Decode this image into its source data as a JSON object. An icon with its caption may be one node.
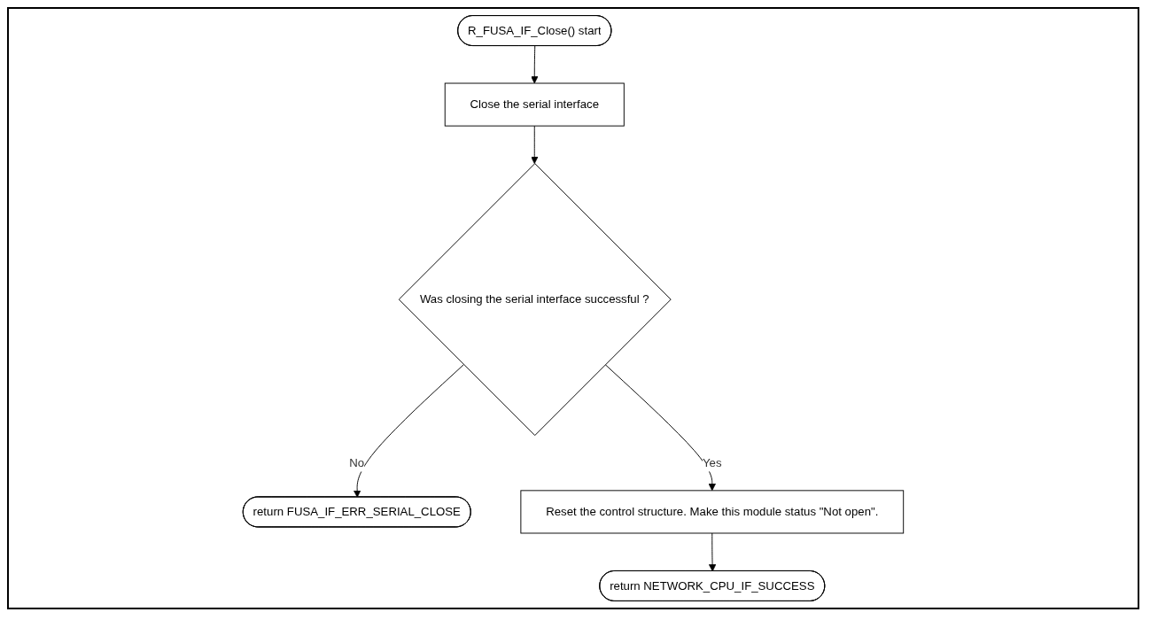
{
  "diagram": {
    "nodes": [
      {
        "text": [
          "R_FUSA_IF_Close() start"
        ]
      },
      {
        "text": [
          "Close the serial interface"
        ]
      },
      {
        "text": [
          "Was closing the serial interface successful ?"
        ]
      },
      {
        "text": [
          "return FUSA_IF_ERR_SERIAL_CLOSE"
        ]
      },
      {
        "text": [
          "Reset the control structure. Make this module status \"Not open\"."
        ]
      },
      {
        "text": [
          "return NETWORK_CPU_IF_SUCCESS"
        ]
      }
    ],
    "edges": [
      {
        "from": 0,
        "to": 1,
        "arrow": "to"
      },
      {
        "from": 1,
        "to": 2,
        "arrow": "to"
      },
      {
        "from": 2,
        "to": 3,
        "arrow": "to",
        "label": "No"
      },
      {
        "from": 2,
        "to": 4,
        "arrow": "to",
        "label": "Yes"
      },
      {
        "from": 4,
        "to": 5,
        "arrow": "to"
      }
    ]
  }
}
